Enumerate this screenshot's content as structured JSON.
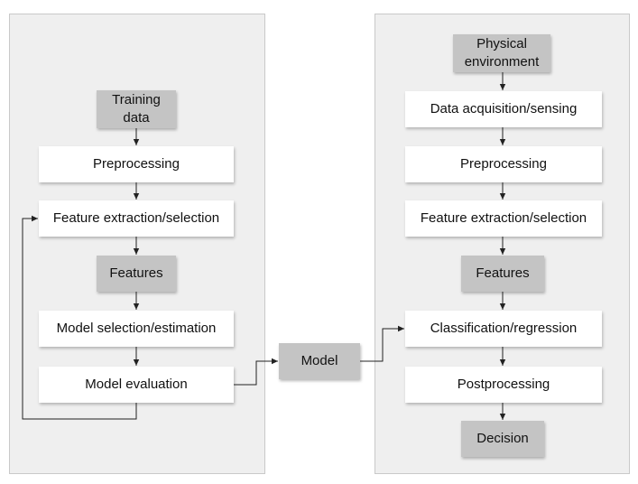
{
  "training": {
    "training_data": "Training\ndata",
    "preprocessing": "Preprocessing",
    "feature_extraction": "Feature extraction/selection",
    "features": "Features",
    "model_selection": "Model selection/estimation",
    "model_evaluation": "Model evaluation"
  },
  "model": "Model",
  "inference": {
    "physical_environment": "Physical\nenvironment",
    "data_acquisition": "Data acquisition/sensing",
    "preprocessing": "Preprocessing",
    "feature_extraction": "Feature extraction/selection",
    "features": "Features",
    "classification": "Classification/regression",
    "postprocessing": "Postprocessing",
    "decision": "Decision"
  }
}
